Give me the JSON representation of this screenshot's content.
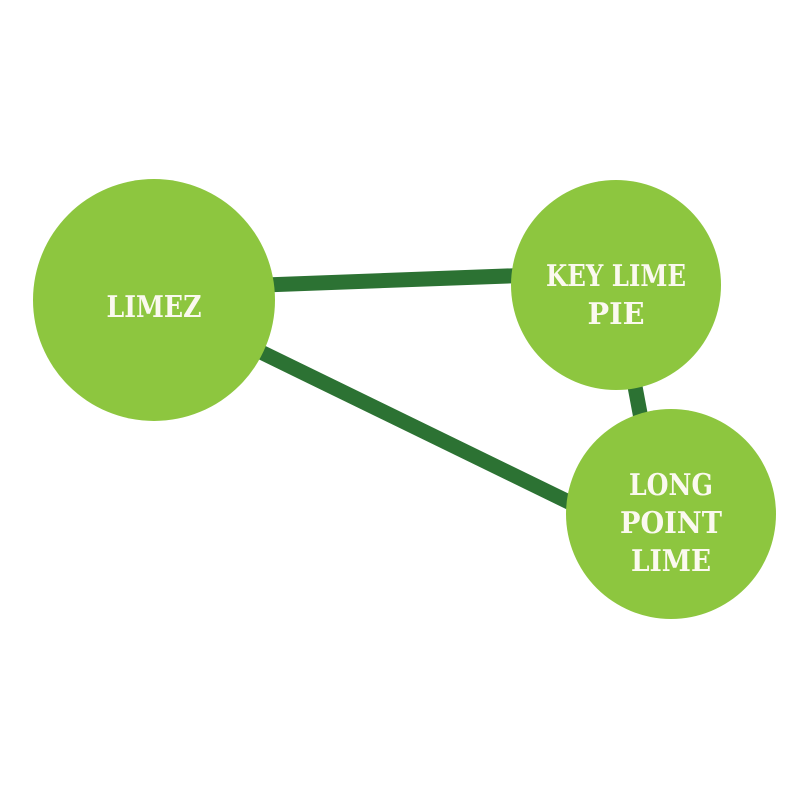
{
  "diagram": {
    "type": "node-link-graph",
    "background": "#ffffff",
    "node_fill": "#8dc63f",
    "edge_color": "#2c7233",
    "label_color": "#fbf9ef",
    "nodes": [
      {
        "id": "limez",
        "label": "LIMEZ",
        "lines": [
          "LIMEZ"
        ]
      },
      {
        "id": "key-lime-pie",
        "label": "KEY LIME PIE",
        "lines": [
          "KEY LIME",
          "PIE"
        ]
      },
      {
        "id": "long-point-lime",
        "label": "LONG POINT LIME",
        "lines": [
          "LONG",
          "POINT",
          "LIME"
        ]
      }
    ],
    "edges": [
      {
        "from": "limez",
        "to": "key-lime-pie"
      },
      {
        "from": "limez",
        "to": "long-point-lime"
      },
      {
        "from": "key-lime-pie",
        "to": "long-point-lime"
      }
    ]
  }
}
